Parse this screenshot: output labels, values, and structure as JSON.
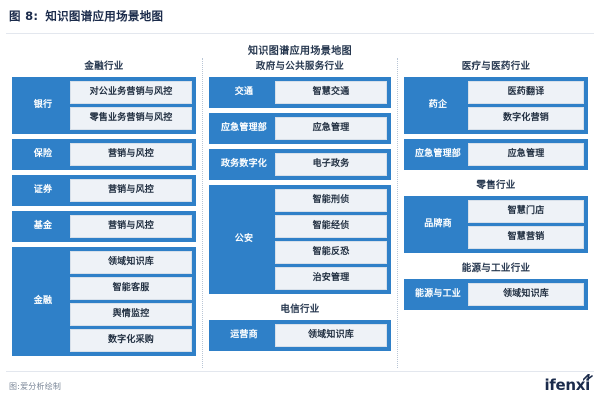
{
  "figure": {
    "label": "图 8:",
    "caption": "知识图谱应用场景地图"
  },
  "chart_title": "知识图谱应用场景地图",
  "footer": {
    "source": "图:爱分析绘制",
    "logo_text": "ifenxi"
  },
  "colors": {
    "block_blue": "#2f80c8",
    "item_fill": "#eef2f7",
    "item_border": "#d7e0ea",
    "heading": "#26374f",
    "caption": "#1b2b4b",
    "divider": "#b9c6d6"
  },
  "chart_data": {
    "type": "table",
    "title": "知识图谱应用场景地图",
    "columns": [
      {
        "id": "col1",
        "groups": [
          {
            "title": "金融行业",
            "blocks": [
              {
                "category": "银行",
                "items": [
                  "对公业务营销与风控",
                  "零售业务营销与风控"
                ]
              },
              {
                "category": "保险",
                "items": [
                  "营销与风控"
                ]
              },
              {
                "category": "证券",
                "items": [
                  "营销与风控"
                ]
              },
              {
                "category": "基金",
                "items": [
                  "营销与风控"
                ]
              },
              {
                "category": "金融",
                "items": [
                  "领域知识库",
                  "智能客服",
                  "舆情监控",
                  "数字化采购"
                ]
              }
            ]
          }
        ]
      },
      {
        "id": "col2",
        "groups": [
          {
            "title": "政府与公共服务行业",
            "blocks": [
              {
                "category": "交通",
                "items": [
                  "智慧交通"
                ]
              },
              {
                "category": "应急管理部",
                "items": [
                  "应急管理"
                ]
              },
              {
                "category": "政务数字化",
                "items": [
                  "电子政务"
                ]
              },
              {
                "category": "公安",
                "items": [
                  "智能刑侦",
                  "智能经侦",
                  "智能反恐",
                  "治安管理"
                ]
              }
            ]
          },
          {
            "title": "电信行业",
            "blocks": [
              {
                "category": "运营商",
                "items": [
                  "领域知识库"
                ]
              }
            ]
          }
        ]
      },
      {
        "id": "col3",
        "groups": [
          {
            "title": "医疗与医药行业",
            "blocks": [
              {
                "category": "药企",
                "items": [
                  "医药翻译",
                  "数字化营销"
                ]
              },
              {
                "category": "应急管理部",
                "items": [
                  "应急管理"
                ]
              }
            ]
          },
          {
            "title": "零售行业",
            "blocks": [
              {
                "category": "品牌商",
                "items": [
                  "智慧门店",
                  "智慧营销"
                ]
              }
            ]
          },
          {
            "title": "能源与工业行业",
            "blocks": [
              {
                "category": "能源与工业",
                "items": [
                  "领域知识库"
                ]
              }
            ]
          }
        ]
      }
    ]
  }
}
